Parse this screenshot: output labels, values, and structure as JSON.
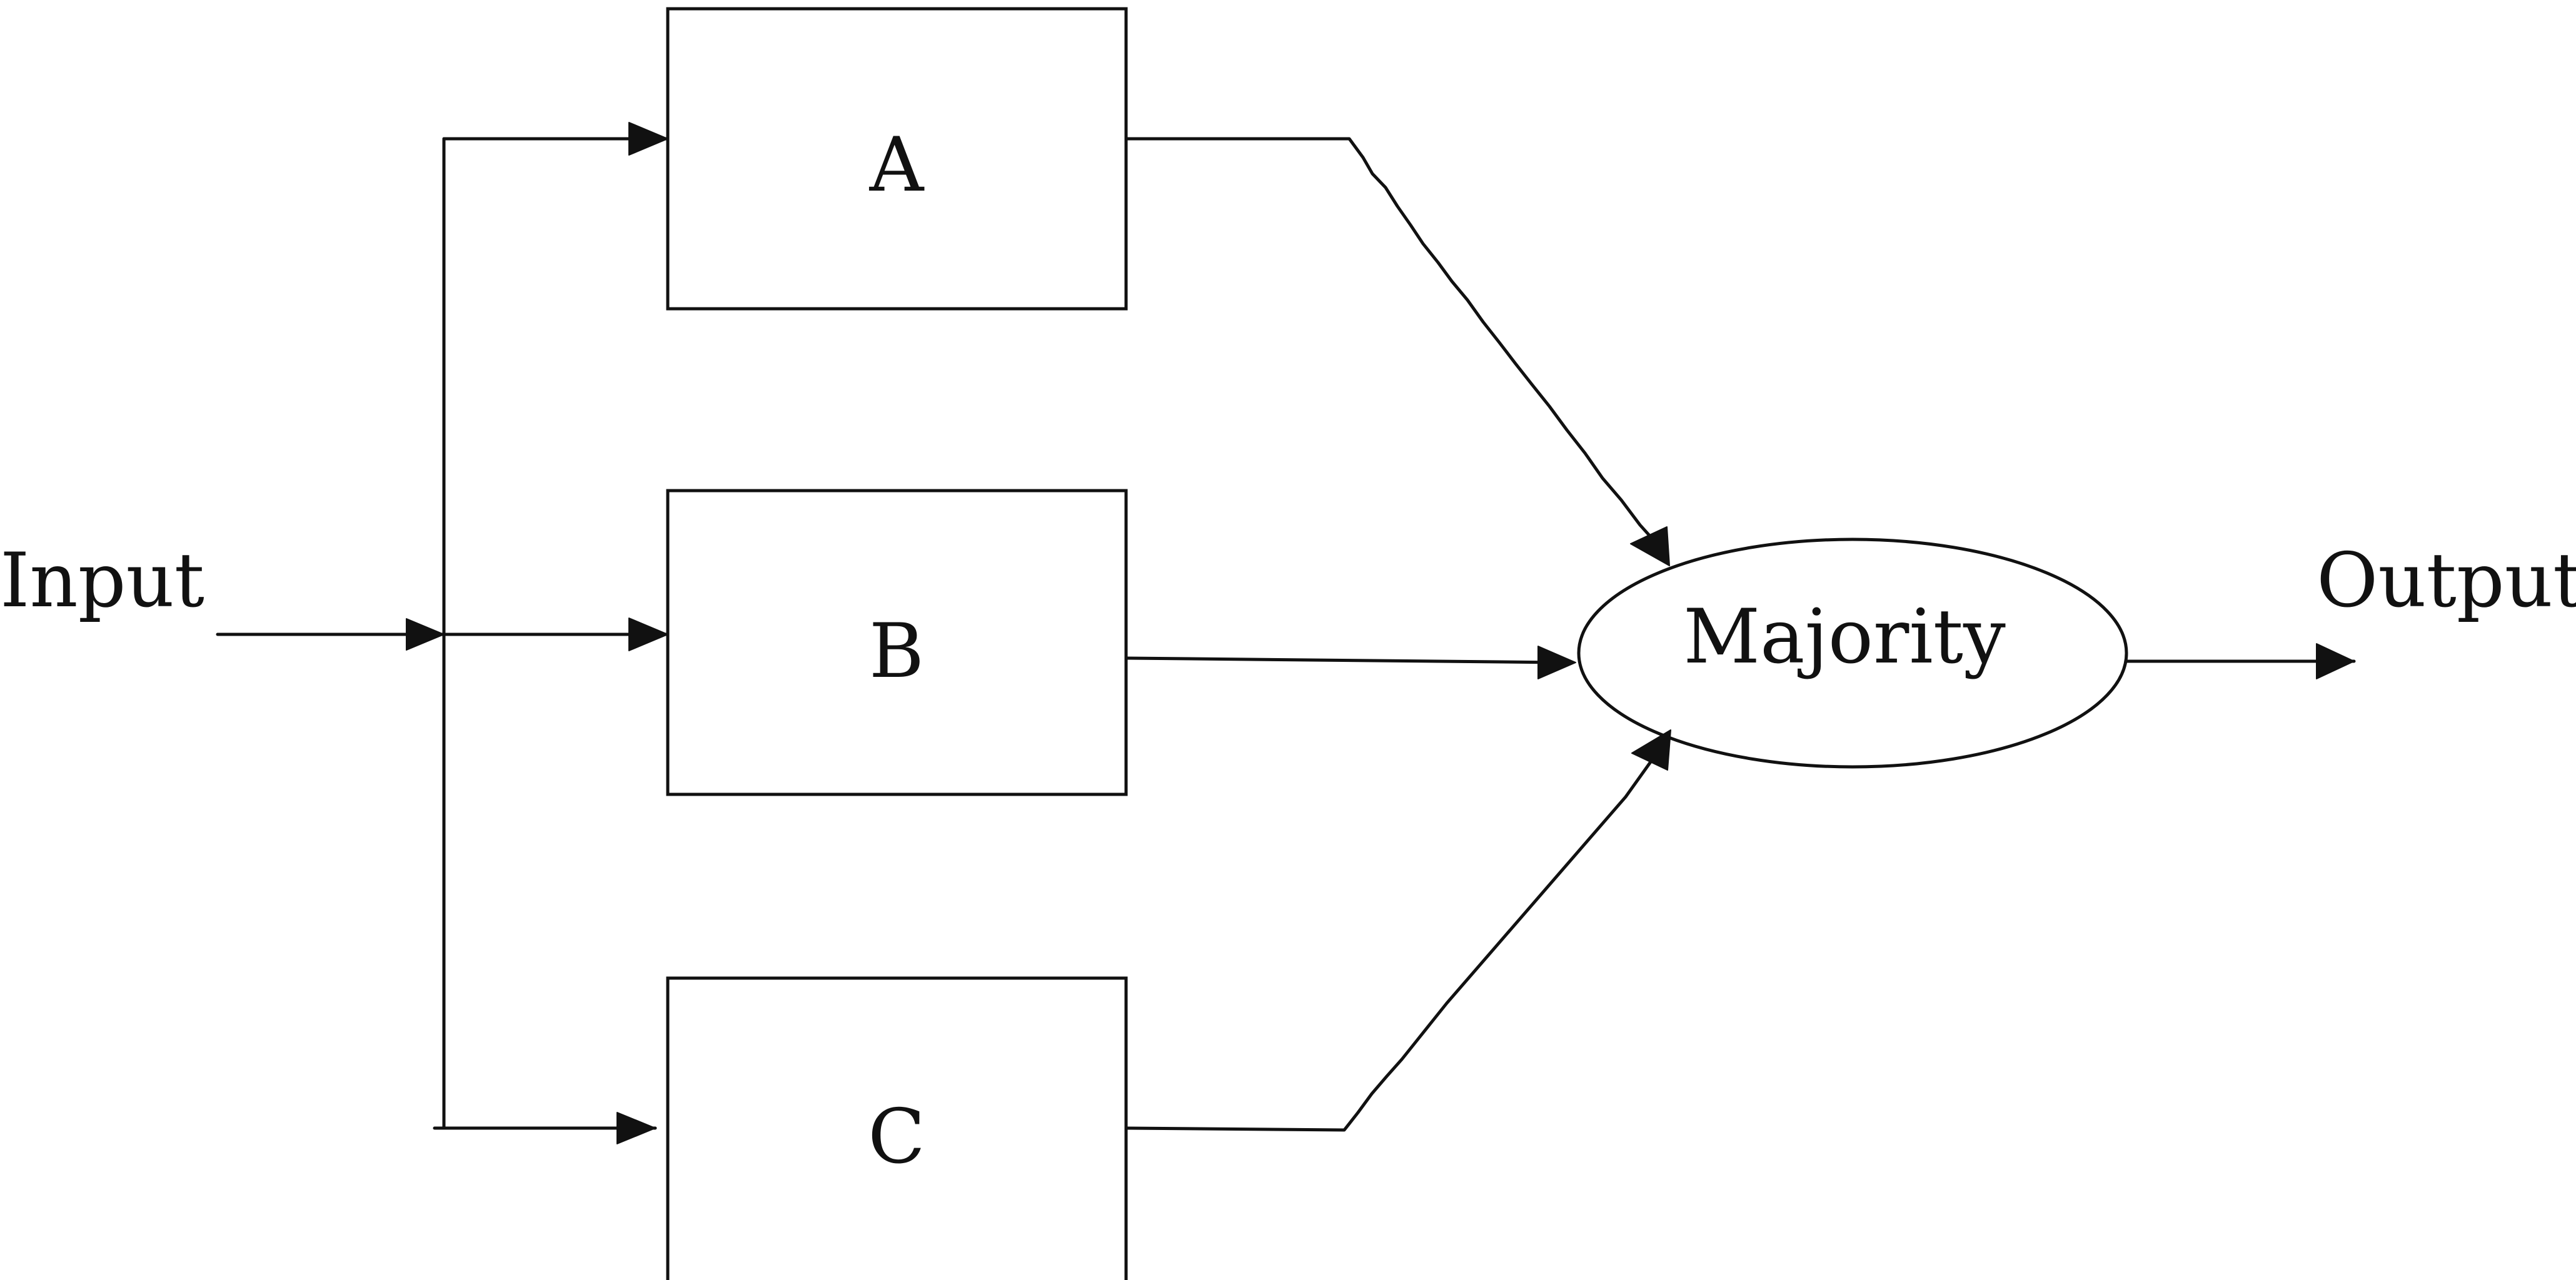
{
  "diagram": {
    "input_label": "Input",
    "output_label": "Output",
    "modules": [
      {
        "id": "A",
        "label": "A"
      },
      {
        "id": "B",
        "label": "B"
      },
      {
        "id": "C",
        "label": "C"
      }
    ],
    "voter_label": "Majority",
    "colors": {
      "stroke": "#111111",
      "background": "#ffffff"
    }
  }
}
